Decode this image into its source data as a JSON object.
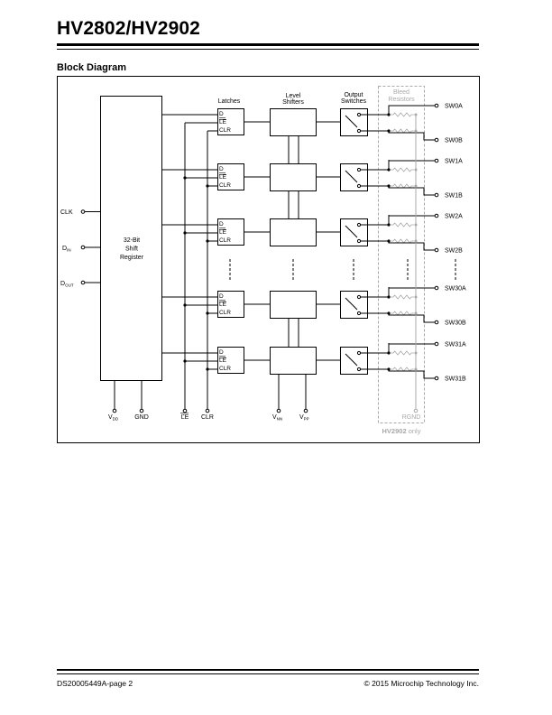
{
  "header": {
    "title": "HV2802/HV2902"
  },
  "section": {
    "title": "Block Diagram"
  },
  "diagram": {
    "inputs": {
      "clk": "CLK",
      "din": {
        "base": "D",
        "sub": "IN"
      },
      "dout": {
        "base": "D",
        "sub": "OUT"
      }
    },
    "shift_register": {
      "line1": "32-Bit",
      "line2": "Shift",
      "line3": "Register"
    },
    "column_headers": {
      "latches": "Latches",
      "level_shifters_1": "Level",
      "level_shifters_2": "Shifters",
      "output_switches_1": "Output",
      "output_switches_2": "Switches",
      "bleed_resistors_1": "Bleed",
      "bleed_resistors_2": "Resistors"
    },
    "latch_pins": {
      "d": "D",
      "le": "LE",
      "clr": "CLR"
    },
    "outputs": [
      "SW0A",
      "SW0B",
      "SW1A",
      "SW1B",
      "SW2A",
      "SW2B",
      "SW30A",
      "SW30B",
      "SW31A",
      "SW31B"
    ],
    "bottom_pins": {
      "vdd": {
        "base": "V",
        "sub": "DD"
      },
      "gnd": "GND",
      "le": "LE",
      "clr": "CLR",
      "vnn": {
        "base": "V",
        "sub": "NN"
      },
      "vpp": {
        "base": "V",
        "sub": "PP"
      },
      "rgnd": "RGND"
    },
    "hv2902_note": {
      "bold": "HV2902",
      "rest": " only"
    },
    "colors": {
      "line": "#000000",
      "grey": "#a8a8a8"
    }
  },
  "footer": {
    "doc_id": "DS20005449A-page 2",
    "copyright": "© 2015 Microchip Technology Inc."
  }
}
